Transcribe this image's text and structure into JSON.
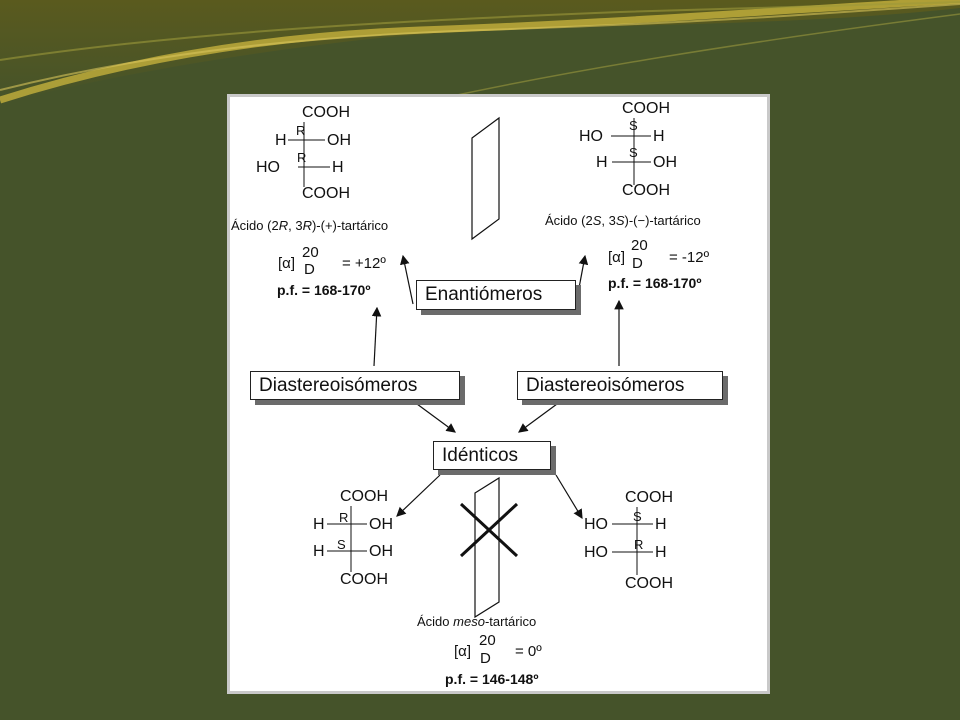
{
  "colors": {
    "background": "#45532a",
    "wave": "#c4b03c",
    "panel": "#ffffff"
  },
  "boxes": {
    "enantiomers": "Enantiómeros",
    "diastereo_left": "Diastereoisómeros",
    "diastereo_right": "Diastereoisómeros",
    "identical": "Idénticos"
  },
  "molecules": {
    "left": {
      "top_group": "COOH",
      "bottom_group": "COOH",
      "row1": {
        "left": "H",
        "right": "OH",
        "config": "R"
      },
      "row2": {
        "left": "HO",
        "right": "H",
        "config": "R"
      },
      "name": {
        "pre": "Ácido (2",
        "c1": "R",
        "mid": ", 3",
        "c2": "R",
        "post": ")-(+)-tartárico"
      },
      "rotation": {
        "bracket": "[α]",
        "sup": "20",
        "sub": "D",
        "value": "= +12º"
      },
      "mp": "p.f. = 168-170º"
    },
    "right": {
      "top_group": "COOH",
      "bottom_group": "COOH",
      "row1": {
        "left": "HO",
        "right": "H",
        "config": "S"
      },
      "row2": {
        "left": "H",
        "right": "OH",
        "config": "S"
      },
      "name": {
        "pre": "Ácido (2",
        "c1": "S",
        "mid": ", 3",
        "c2": "S",
        "post": ")-(−)-tartárico"
      },
      "rotation": {
        "bracket": "[α]",
        "sup": "20",
        "sub": "D",
        "value": "= -12º"
      },
      "mp": "p.f. = 168-170º"
    },
    "meso_left": {
      "top_group": "COOH",
      "bottom_group": "COOH",
      "row1": {
        "left": "H",
        "right": "OH",
        "config": "R"
      },
      "row2": {
        "left": "H",
        "right": "OH",
        "config": "S"
      }
    },
    "meso_right": {
      "top_group": "COOH",
      "bottom_group": "COOH",
      "row1": {
        "left": "HO",
        "right": "H",
        "config": "S"
      },
      "row2": {
        "left": "HO",
        "right": "H",
        "config": "R"
      }
    },
    "meso": {
      "name": {
        "pre": "Ácido ",
        "word": "meso",
        "post": "-tartárico"
      },
      "rotation": {
        "bracket": "[α]",
        "sup": "20",
        "sub": "D",
        "value": "= 0º"
      },
      "mp": "p.f. = 146-148º"
    }
  }
}
